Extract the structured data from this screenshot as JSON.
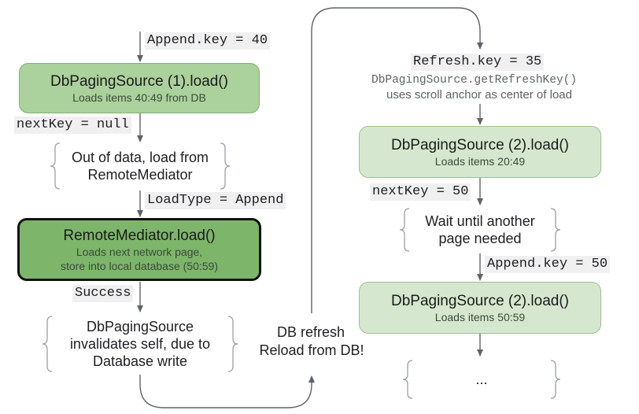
{
  "left": {
    "append_key": "Append.key = 40",
    "node1": {
      "title": "DbPagingSource (1).load()",
      "subtitle": "Loads items 40:49 from DB"
    },
    "next_key": "nextKey = null",
    "brace1": "Out of data, load from\nRemoteMediator",
    "load_type": "LoadType = Append",
    "mediator": {
      "title": "RemoteMediator.load()",
      "subtitle_1": "Loads next network page,",
      "subtitle_2": "store into local database (50:59)"
    },
    "success": "Success",
    "brace2": "DbPagingSource\ninvalidates self, due to\nDatabase write"
  },
  "middle": {
    "refresh_line_1": "DB refresh",
    "refresh_line_2": "Reload from DB!"
  },
  "right": {
    "refresh_key": "Refresh.key = 35",
    "get_refresh_key": "DbPagingSource.getRefreshKey()",
    "scroll_anchor_note": "uses scroll anchor as center of load",
    "node2": {
      "title": "DbPagingSource (2).load()",
      "subtitle": "Loads items 20:49"
    },
    "next_key": "nextKey = 50",
    "brace3": "Wait until another\npage needed",
    "append_key": "Append.key = 50",
    "node3": {
      "title": "DbPagingSource (2).load()",
      "subtitle": "Loads items 50:59"
    },
    "brace4": "..."
  },
  "colors": {
    "node_light": "#d5e8cf",
    "node_medium": "#abd19c",
    "node_dark": "#7db56a",
    "arrow": "#5f6368",
    "code_bg": "#f0f0f0"
  }
}
